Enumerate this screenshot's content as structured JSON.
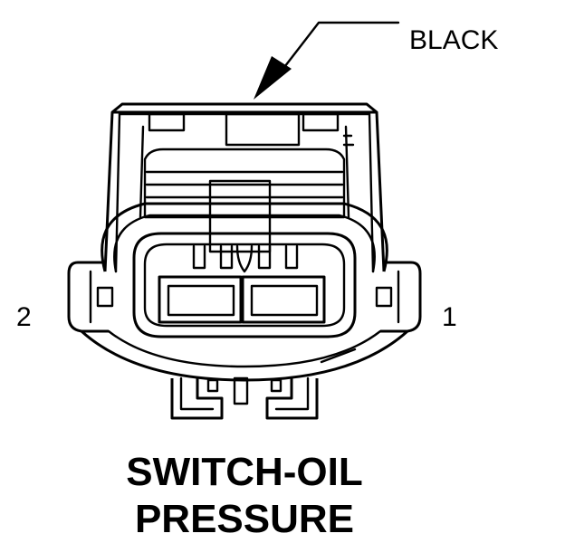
{
  "callout": {
    "label": "BLACK"
  },
  "pins": [
    {
      "label": "2"
    },
    {
      "label": "1"
    }
  ],
  "title": {
    "line1": "SWITCH-OIL",
    "line2": "PRESSURE"
  }
}
